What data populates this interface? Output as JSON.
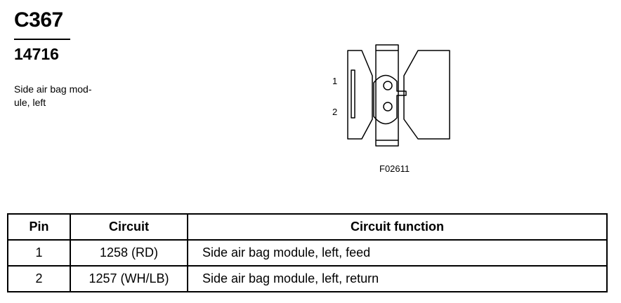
{
  "header": {
    "connector_id": "C367",
    "part_number": "14716",
    "description_line1": "Side air bag mod-",
    "description_line2": "ule, left"
  },
  "diagram": {
    "pin_labels": [
      "1",
      "2"
    ],
    "figure_code": "F02611"
  },
  "table": {
    "headers": [
      "Pin",
      "Circuit",
      "Circuit function"
    ],
    "rows": [
      {
        "pin": "1",
        "circuit": "1258 (RD)",
        "function": "Side air bag module, left, feed"
      },
      {
        "pin": "2",
        "circuit": "1257 (WH/LB)",
        "function": "Side air bag module, left, return"
      }
    ]
  }
}
